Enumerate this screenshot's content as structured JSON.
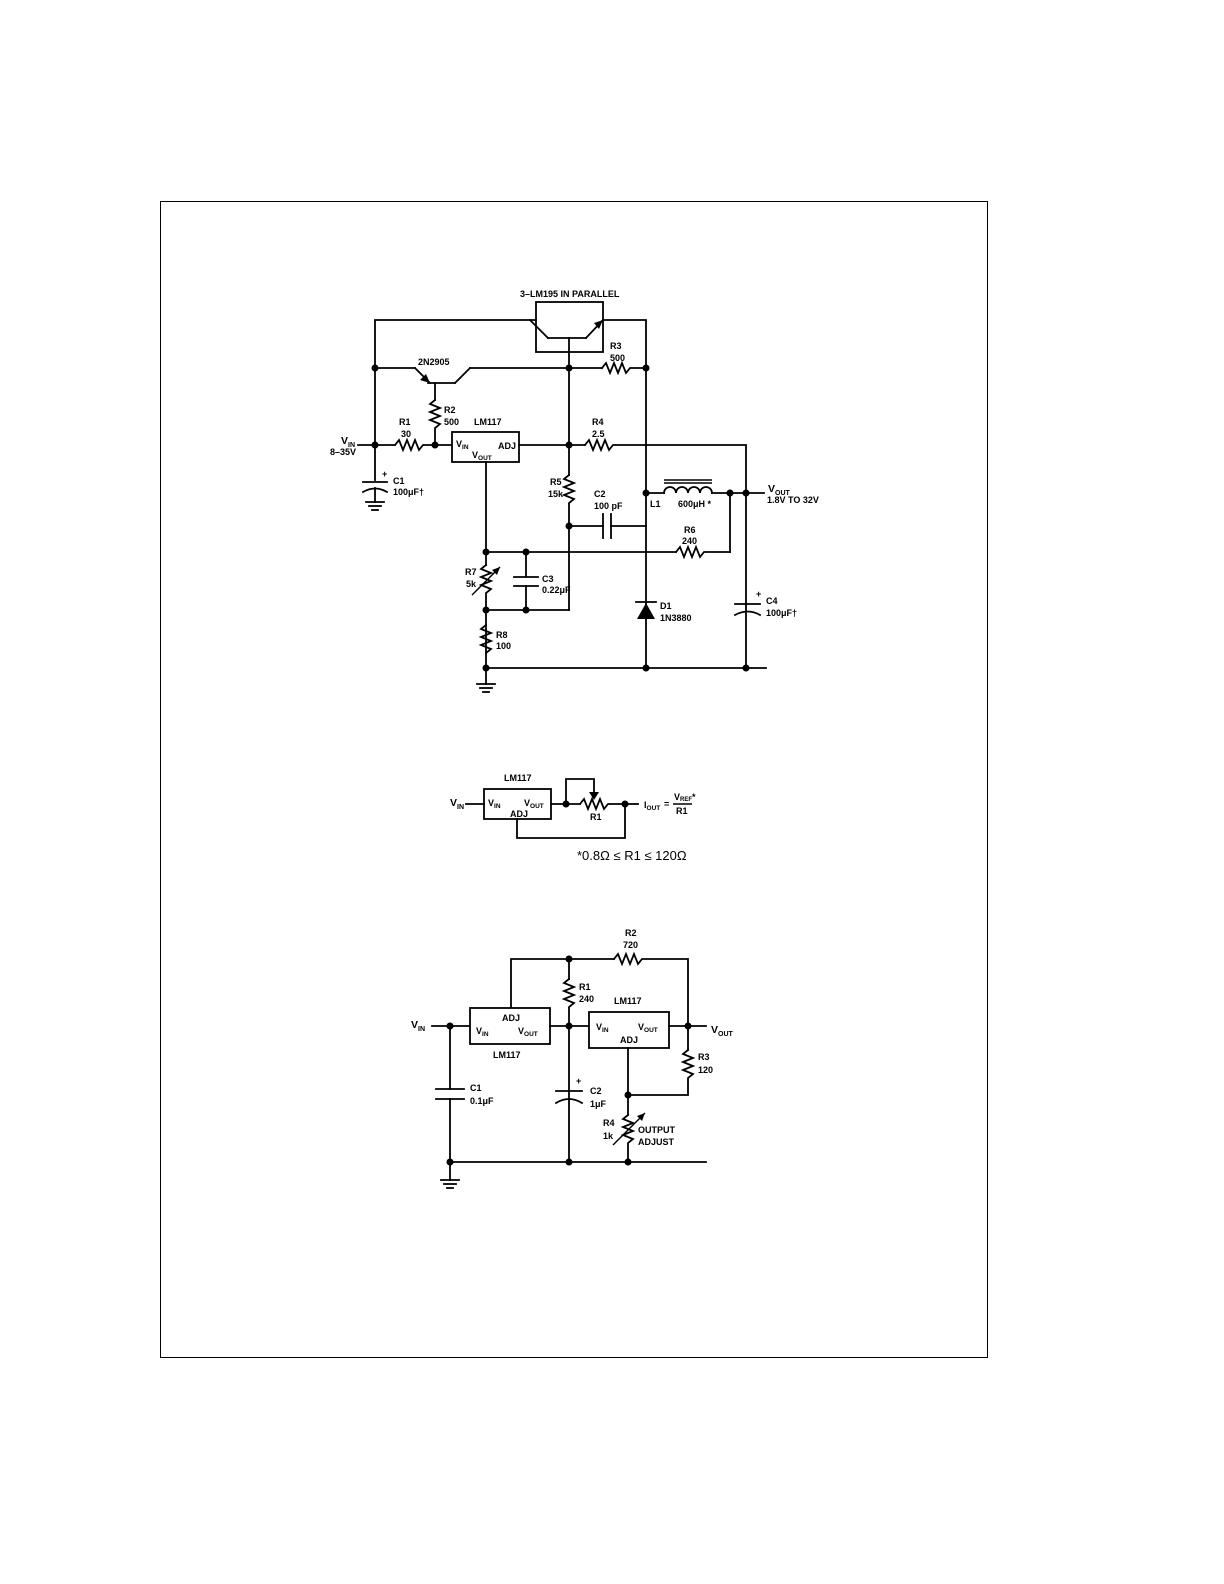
{
  "circuit1": {
    "title": "3–LM195 IN PARALLEL",
    "transistor_q1": "2N2905",
    "r1": {
      "name": "R1",
      "value": "30"
    },
    "r2": {
      "name": "R2",
      "value": "500"
    },
    "r3": {
      "name": "R3",
      "value": "500"
    },
    "r4": {
      "name": "R4",
      "value": "2.5"
    },
    "r5": {
      "name": "R5",
      "value": "15k"
    },
    "r6": {
      "name": "R6",
      "value": "240"
    },
    "r7": {
      "name": "R7",
      "value": "5k"
    },
    "r8": {
      "name": "R8",
      "value": "100"
    },
    "c1": {
      "name": "C1",
      "value": "100μF†"
    },
    "c2": {
      "name": "C2",
      "value": "100 pF"
    },
    "c3": {
      "name": "C3",
      "value": "0.22μF"
    },
    "c4": {
      "name": "C4",
      "value": "100μF†"
    },
    "l1": {
      "name": "L1",
      "value": "600μH *"
    },
    "d1": {
      "name": "D1",
      "value": "1N3880"
    },
    "regulator": {
      "name": "LM117",
      "vin": "V",
      "vin_sub": "IN",
      "vout": "V",
      "vout_sub": "OUT",
      "adj": "ADJ"
    },
    "vin_label": "V",
    "vin_sub": "IN",
    "vin_range": "8–35V",
    "vout_label": "V",
    "vout_sub": "OUT",
    "vout_range": "1.8V TO 32V",
    "plus": "+"
  },
  "circuit2": {
    "regulator": {
      "name": "LM117",
      "vin": "V",
      "vin_sub": "IN",
      "vout": "V",
      "vout_sub": "OUT",
      "adj": "ADJ"
    },
    "vin_label": "V",
    "vin_sub": "IN",
    "r1": "R1",
    "iout_main": "I",
    "iout_sub": "OUT",
    "iout_eq": "=",
    "vref_main": "V",
    "vref_sub": "REF",
    "star": "*",
    "den": "R1",
    "note": "*0.8Ω ≤ R1 ≤ 120Ω"
  },
  "circuit3": {
    "r1": {
      "name": "R1",
      "value": "240"
    },
    "r2": {
      "name": "R2",
      "value": "720"
    },
    "r3": {
      "name": "R3",
      "value": "120"
    },
    "r4": {
      "name": "R4",
      "value": "1k"
    },
    "c1": {
      "name": "C1",
      "value": "0.1μF"
    },
    "c2": {
      "name": "C2",
      "value": "1μF"
    },
    "reg1": {
      "name": "LM117",
      "vin": "V",
      "vin_sub": "IN",
      "vout": "V",
      "vout_sub": "OUT",
      "adj": "ADJ"
    },
    "reg2": {
      "name": "LM117",
      "vin": "V",
      "vin_sub": "IN",
      "vout": "V",
      "vout_sub": "OUT",
      "adj": "ADJ"
    },
    "vin_label": "V",
    "vin_sub": "IN",
    "vout_label": "V",
    "vout_sub": "OUT",
    "adjust_line1": "OUTPUT",
    "adjust_line2": "ADJUST",
    "plus": "+"
  }
}
